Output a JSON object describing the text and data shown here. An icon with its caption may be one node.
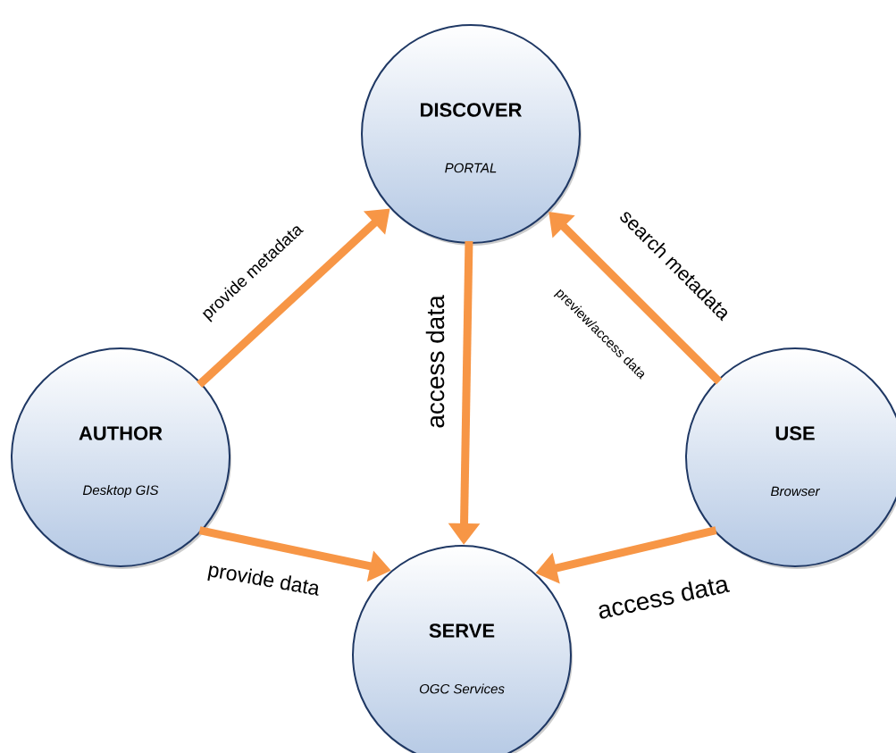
{
  "diagram": {
    "nodes": [
      {
        "text": [
          "DISCOVER",
          "PORTAL"
        ]
      },
      {
        "text": [
          "AUTHOR",
          "Desktop GIS"
        ]
      },
      {
        "text": [
          "USE",
          "Browser"
        ]
      },
      {
        "text": [
          "SERVE",
          "OGC Services"
        ]
      }
    ],
    "edges": [
      {
        "from": 1,
        "to": 0,
        "arrow": "to",
        "label": "provide metadata"
      },
      {
        "from": 0,
        "to": 3,
        "arrow": "to",
        "label": "access data"
      },
      {
        "from": 2,
        "to": 0,
        "arrow": "to",
        "label": "search metadata"
      },
      {
        "from": 1,
        "to": 3,
        "arrow": "to",
        "label": "provide data"
      },
      {
        "from": 2,
        "to": 3,
        "arrow": "to",
        "label": "access data"
      }
    ],
    "labels": [
      "preview/access data"
    ]
  }
}
